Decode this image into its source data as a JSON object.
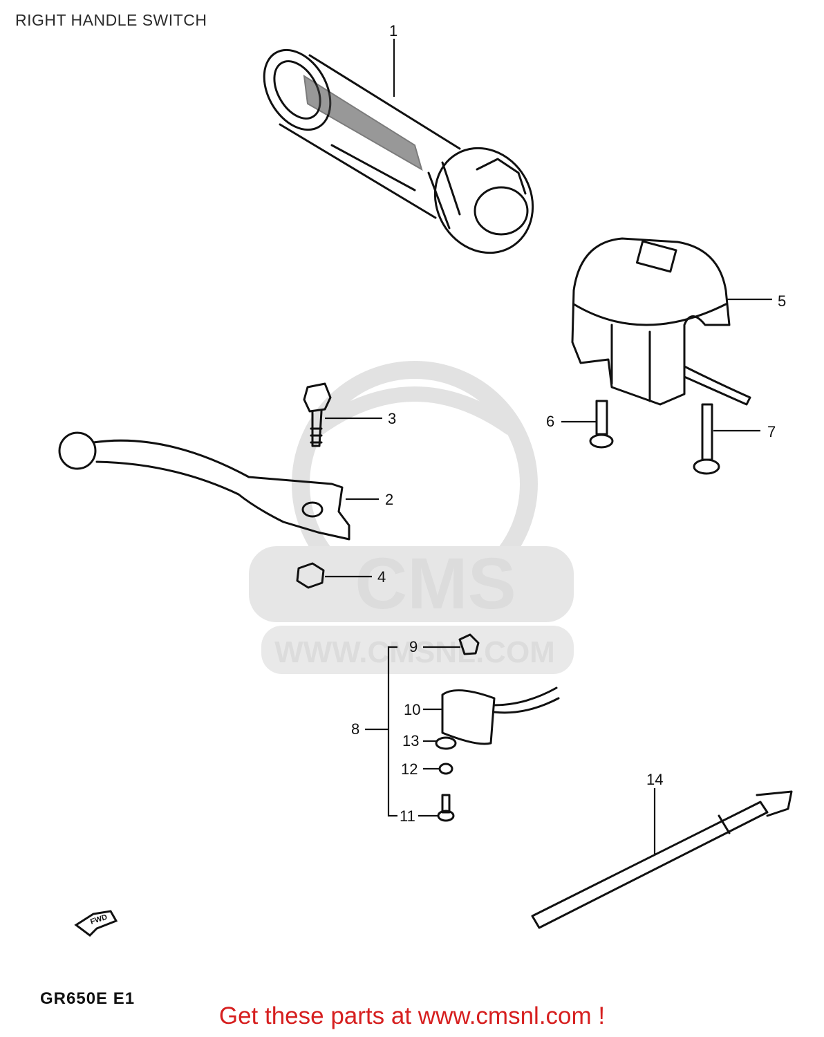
{
  "title": "RIGHT HANDLE SWITCH",
  "model_code": "GR650E E1",
  "cta": {
    "lead": "Get these parts at ",
    "link_text": "www.cmsnl.com",
    "tail": " !"
  },
  "watermark": {
    "logo_text": "CMS",
    "url_text": "WWW.CMSNL.COM"
  },
  "fwd_marker": "FWD",
  "callouts": [
    {
      "id": "1",
      "part": "grip"
    },
    {
      "id": "2",
      "part": "lever"
    },
    {
      "id": "3",
      "part": "lever-bolt"
    },
    {
      "id": "4",
      "part": "lever-nut"
    },
    {
      "id": "5",
      "part": "switch-housing"
    },
    {
      "id": "6",
      "part": "screw"
    },
    {
      "id": "7",
      "part": "screw"
    },
    {
      "id": "8",
      "part": "stop-switch-set"
    },
    {
      "id": "9",
      "part": "clamp"
    },
    {
      "id": "10",
      "part": "switch"
    },
    {
      "id": "11",
      "part": "screw"
    },
    {
      "id": "12",
      "part": "nut"
    },
    {
      "id": "13",
      "part": "washer"
    },
    {
      "id": "14",
      "part": "cable-tie"
    }
  ]
}
